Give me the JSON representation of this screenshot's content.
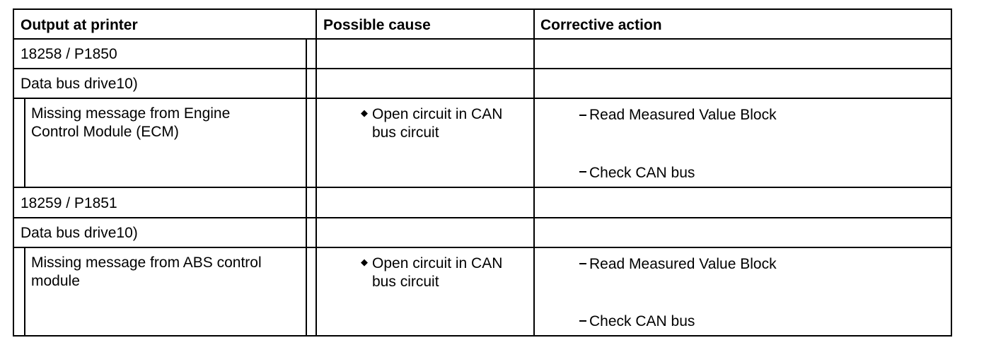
{
  "headers": {
    "output": "Output at printer",
    "cause": "Possible cause",
    "action": "Corrective action"
  },
  "groups": [
    {
      "code": "18258 / P1850",
      "component": "Data bus drive10)",
      "message": [
        "Missing message from Engine",
        "Control Module (ECM)"
      ],
      "cause": [
        "Open circuit in CAN",
        "bus circuit"
      ],
      "actions": [
        "Read Measured Value Block",
        "Check CAN bus"
      ]
    },
    {
      "code": "18259 / P1851",
      "component": "Data bus drive10)",
      "message": [
        "Missing message from ABS control",
        "module"
      ],
      "cause": [
        "Open circuit in CAN",
        "bus circuit"
      ],
      "actions": [
        "Read Measured Value Block",
        "Check CAN bus"
      ]
    }
  ]
}
